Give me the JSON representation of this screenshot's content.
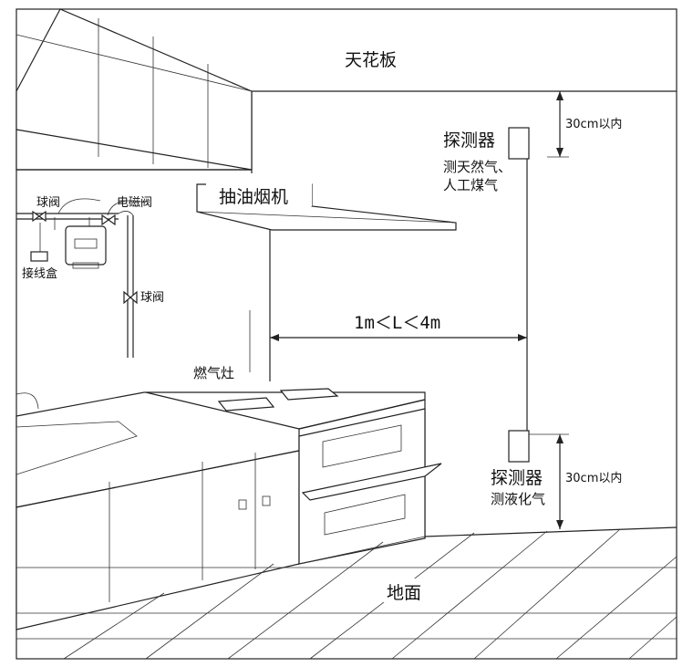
{
  "labels": {
    "ceiling": "天花板",
    "floor": "地面",
    "range_hood": "抽油烟机",
    "stove": "燃气灶",
    "ball_valve_top": "球阀",
    "ball_valve_bottom": "球阀",
    "solenoid_valve": "电磁阀",
    "junction_box": "接线盒",
    "detector_top": "探测器",
    "detector_top_gas_line1": "测天然气、",
    "detector_top_gas_line2": "人工煤气",
    "detector_bottom": "探测器",
    "detector_bottom_gas": "测液化气",
    "distance_top": "30cm以内",
    "distance_bottom": "30cm以内",
    "horizontal_range": "1m＜L＜4m"
  }
}
